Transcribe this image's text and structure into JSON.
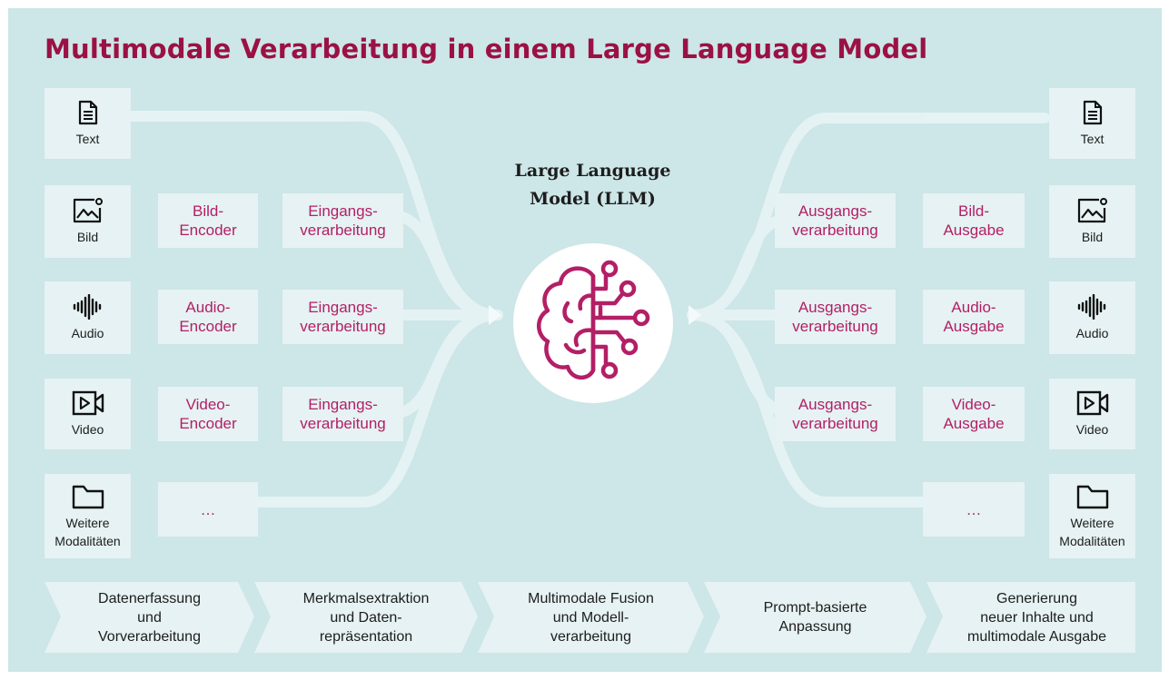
{
  "title": "Multimodale Verarbeitung in einem Large Language Model",
  "llm": {
    "line1": "Large Language",
    "line2": "Model (LLM)",
    "icon": "brain-circuit-icon"
  },
  "colors": {
    "panel": "#cde6e8",
    "card": "#e6f2f3",
    "accent": "#9b1144",
    "magenta": "#b31f66",
    "text": "#1d1d1d"
  },
  "inputs": [
    {
      "label": "Text",
      "icon": "document-icon"
    },
    {
      "label": "Bild",
      "icon": "image-icon",
      "encoder": "Bild-\nEncoder",
      "processing": "Eingangs-\nverarbeitung"
    },
    {
      "label": "Audio",
      "icon": "audio-wave-icon",
      "encoder": "Audio-\nEncoder",
      "processing": "Eingangs-\nverarbeitung"
    },
    {
      "label": "Video",
      "icon": "video-icon",
      "encoder": "Video-\nEncoder",
      "processing": "Eingangs-\nverarbeitung"
    },
    {
      "label": "Weitere\nModalitäten",
      "icon": "folder-icon",
      "encoder": "…"
    }
  ],
  "outputs": [
    {
      "label": "Text",
      "icon": "document-icon"
    },
    {
      "label": "Bild",
      "icon": "image-icon",
      "processing": "Ausgangs-\nverarbeitung",
      "output": "Bild-\nAusgabe"
    },
    {
      "label": "Audio",
      "icon": "audio-wave-icon",
      "processing": "Ausgangs-\nverarbeitung",
      "output": "Audio-\nAusgabe"
    },
    {
      "label": "Video",
      "icon": "video-icon",
      "processing": "Ausgangs-\nverarbeitung",
      "output": "Video-\nAusgabe"
    },
    {
      "label": "Weitere\nModalitäten",
      "icon": "folder-icon",
      "output": "…"
    }
  ],
  "stages": [
    "Datenerfassung\nund\nVorverarbeitung",
    "Merkmalsextraktion\nund Daten-\nrepräsentation",
    "Multimodale Fusion\nund Modell-\nverarbeitung",
    "Prompt-basierte\nAnpassung",
    "Generierung\nneuer Inhalte und\nmultimodale Ausgabe"
  ]
}
